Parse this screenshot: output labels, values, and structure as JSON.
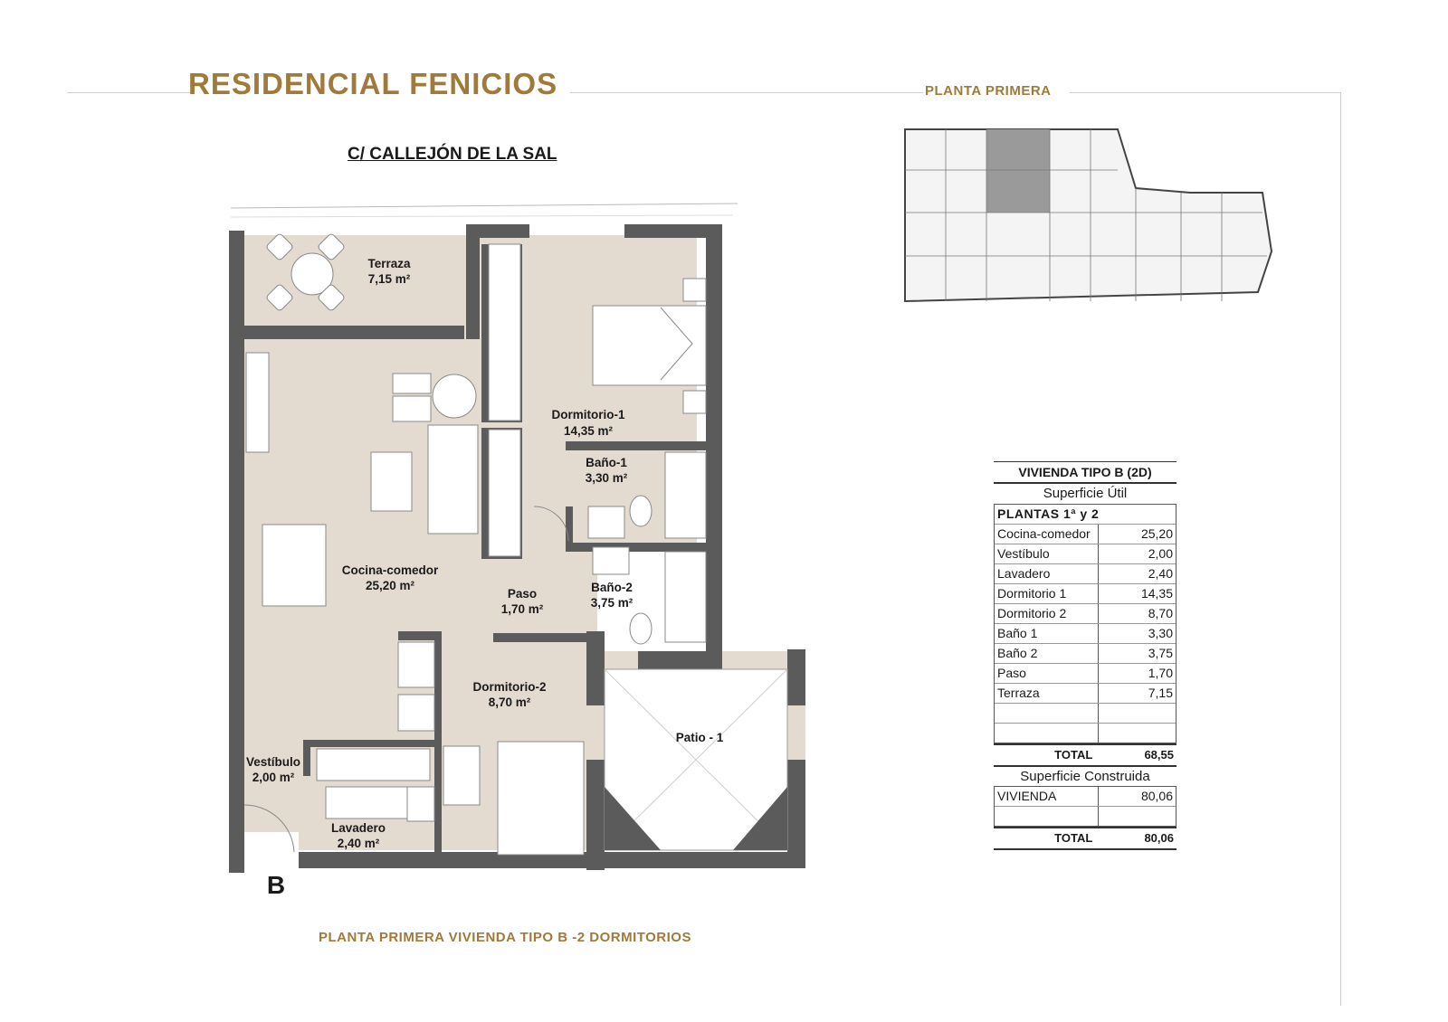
{
  "header": {
    "title": "RESIDENCIAL FENICIOS",
    "floor": "PLANTA PRIMERA",
    "street": "C/ CALLEJÓN DE LA SAL"
  },
  "footer": {
    "caption": "PLANTA PRIMERA  VIVIENDA TIPO B -2 DORMITORIOS"
  },
  "colors": {
    "gold": "#a07a3a",
    "floor": "#e4dbd0",
    "wall": "#5b5b5b"
  },
  "plan": {
    "unit_letter": "B",
    "rooms": [
      {
        "name": "Terraza",
        "area": "7,15 m²"
      },
      {
        "name": "Dormitorio-1",
        "area": "14,35 m²"
      },
      {
        "name": "Baño-1",
        "area": "3,30 m²"
      },
      {
        "name": "Cocina-comedor",
        "area": "25,20 m²"
      },
      {
        "name": "Paso",
        "area": "1,70 m²"
      },
      {
        "name": "Baño-2",
        "area": "3,75 m²"
      },
      {
        "name": "Dormitorio-2",
        "area": "8,70 m²"
      },
      {
        "name": "Patio - 1",
        "area": ""
      },
      {
        "name": "Vestíbulo",
        "area": "2,00 m²"
      },
      {
        "name": "Lavadero",
        "area": "2,40 m²"
      }
    ]
  },
  "table": {
    "title": "VIVIENDA TIPO B (2D)",
    "useful_heading": "Superficie Útil",
    "floors_header": "PLANTAS  1ª  y  2",
    "rows": [
      {
        "name": "Cocina-comedor",
        "value": "25,20"
      },
      {
        "name": "Vestíbulo",
        "value": "2,00"
      },
      {
        "name": "Lavadero",
        "value": "2,40"
      },
      {
        "name": "Dormitorio 1",
        "value": "14,35"
      },
      {
        "name": "Dormitorio 2",
        "value": "8,70"
      },
      {
        "name": "Baño 1",
        "value": "3,30"
      },
      {
        "name": "Baño 2",
        "value": "3,75"
      },
      {
        "name": "Paso",
        "value": "1,70"
      },
      {
        "name": "Terraza",
        "value": "7,15"
      },
      {
        "name": "",
        "value": ""
      },
      {
        "name": "",
        "value": ""
      }
    ],
    "total_label": "TOTAL",
    "total_value": "68,55",
    "built_heading": "Superficie Construida",
    "built_rows": [
      {
        "name": "VIVIENDA",
        "value": "80,06"
      },
      {
        "name": "",
        "value": ""
      }
    ],
    "built_total_label": "TOTAL",
    "built_total_value": "80,06"
  }
}
